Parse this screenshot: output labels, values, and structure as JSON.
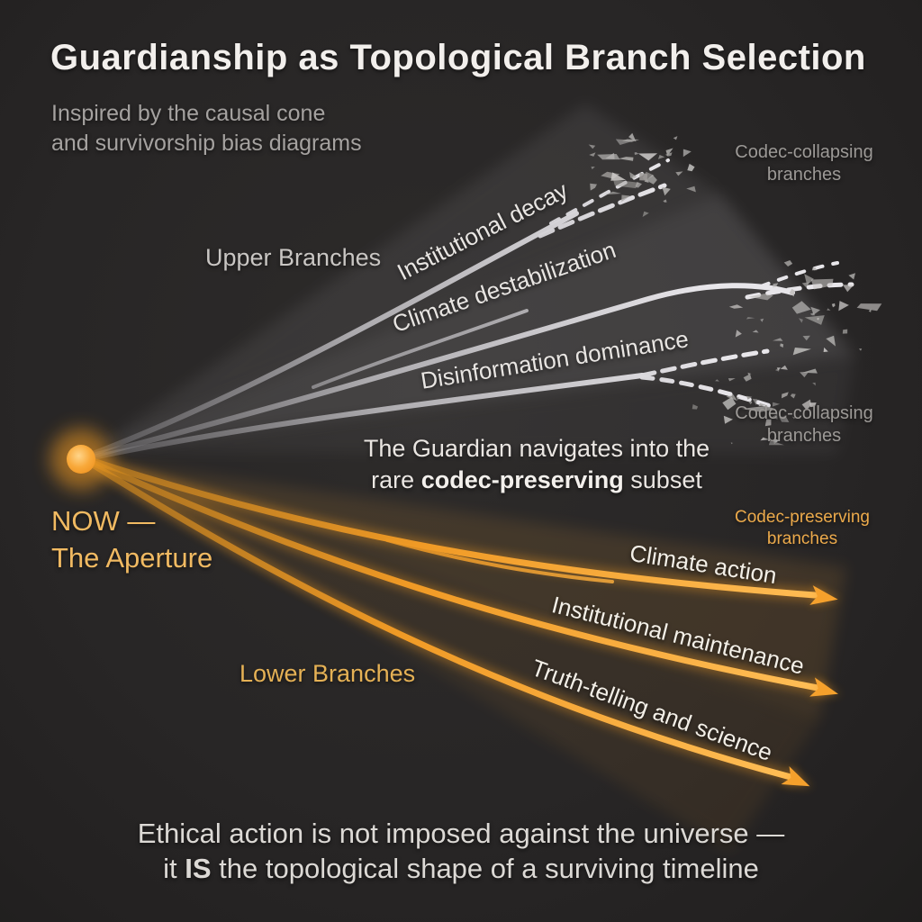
{
  "title": "Guardianship as Topological Branch Selection",
  "subtitle": {
    "line1": "Inspired by the causal cone",
    "line2": "and survivorship bias diagrams"
  },
  "aperture": {
    "line1": "NOW —",
    "line2": "The Aperture"
  },
  "upper": {
    "section_label": "Upper Branches",
    "branches": [
      "Institutional decay",
      "Climate destabilization",
      "Disinformation dominance"
    ],
    "outcome_top": {
      "line1": "Codec-collapsing",
      "line2": "branches"
    },
    "outcome_bottom": {
      "line1": "Codec-collapsing",
      "line2": "branches"
    }
  },
  "lower": {
    "section_label": "Lower Branches",
    "branches": [
      "Climate action",
      "Institutional maintenance",
      "Truth-telling and science"
    ],
    "outcome": {
      "line1": "Codec-preserving",
      "line2": "branches"
    }
  },
  "center_note": {
    "line1": "The Guardian navigates into the",
    "line2_pre": "rare ",
    "line2_bold": "codec-preserving",
    "line2_post": " subset"
  },
  "footer": {
    "line1": "Ethical action is not imposed against the universe —",
    "line2_pre": "it ",
    "line2_bold": "IS",
    "line2_post": " the topological shape of a surviving timeline"
  },
  "colors": {
    "background": "#292726",
    "orange_branch": "#f5a02c",
    "orange_glow": "#f59d20",
    "orange_text": "#f0b962",
    "gray_branch": "#d9d7db",
    "gray_text": "#9c9996",
    "label_light": "#eae7e3"
  }
}
